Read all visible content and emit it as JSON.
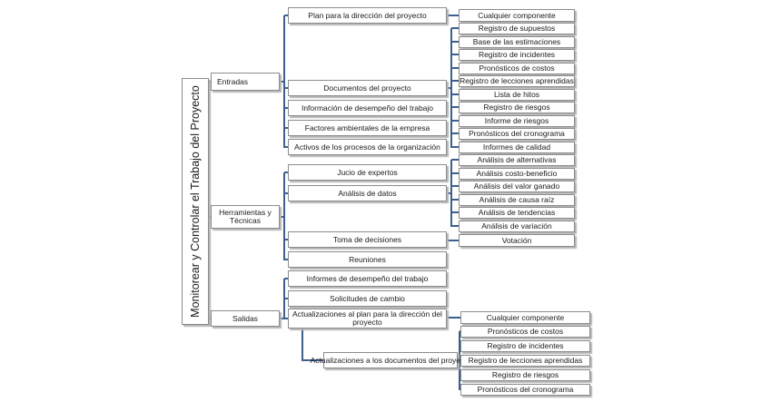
{
  "root": "Monitorear y Controlar el Trabajo del Proyecto",
  "level1": {
    "entradas": "Entradas",
    "herramientas": "Herramientas y Técnicas",
    "salidas": "Salidas"
  },
  "entradas": [
    "Plan para la dirección del proyecto",
    "Documentos del proyecto",
    "Información de desempeño del trabajo",
    "Factores ambientales de la empresa",
    "Activos de los procesos de la organización"
  ],
  "plan_items": [
    "Cualquier componente"
  ],
  "documentos_items": [
    "Registro de supuestos",
    "Base de las estimaciones",
    "Registro de incidentes",
    "Pronósticos de costos",
    "Registro de lecciones aprendidas",
    "Lista de hitos",
    "Registro de riesgos",
    "Informe de riesgos",
    "Pronósticos del cronograma",
    "Informes de calidad"
  ],
  "herramientas": [
    "Jucio de expertos",
    "Análisis de datos",
    "Toma de decisiones",
    "Reuniones"
  ],
  "analisis_items": [
    "Análisis de alternativas",
    "Análisis costo-beneficio",
    "Análisis del valor ganado",
    "Análisis de causa raíz",
    "Análisis de tendencias",
    "Análisis de variación"
  ],
  "decisiones_items": [
    "Votación"
  ],
  "salidas": [
    "Informes de desempeño del trabajo",
    "Solicitudes de cambio",
    "Actualizaciones al plan para la dirección del proyecto",
    "Actualizaciones a los documentos del proyecto"
  ],
  "act_plan_items": [
    "Cualquier componente"
  ],
  "act_docs_items": [
    "Pronósticos de costos",
    "Registro de incidentes",
    "Registro de lecciones aprendidas",
    "Registro  de riesgos",
    "Pronósticos del cronograma"
  ],
  "line_color": "#3c5f8f",
  "border_color": "#8c8c8c"
}
